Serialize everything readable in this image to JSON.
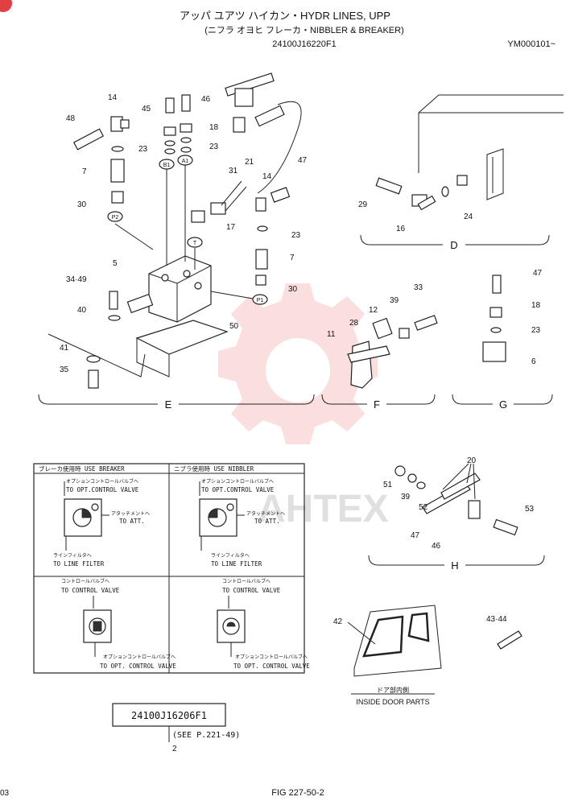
{
  "header": {
    "title": "アッパ ユアツ ハイカン・HYDR LINES, UPP",
    "subtitle": "(ニフラ オヨヒ フレーカ・NIBBLER & BREAKER)",
    "part_no": "24100J16220F1",
    "serial": "YM000101~"
  },
  "watermark": "AHTEX",
  "section_labels": [
    "D",
    "E",
    "F",
    "G",
    "H"
  ],
  "callouts": {
    "c14a": "14",
    "c48": "48",
    "c45": "45",
    "c46": "46",
    "c18a": "18",
    "c23a": "23",
    "c23b": "23",
    "c21": "21",
    "c7a": "7",
    "c31": "31",
    "c14b": "14",
    "c47a": "47",
    "c30a": "30",
    "c17": "17",
    "c23c": "23",
    "c5": "5",
    "c7b": "7",
    "c3449": "34·49",
    "c30b": "30",
    "c40": "40",
    "c50": "50",
    "c41": "41",
    "c35": "35",
    "c29": "29",
    "c16": "16",
    "c24": "24",
    "c33": "33",
    "c39a": "39",
    "c12": "12",
    "c28": "28",
    "c11": "11",
    "c47b": "47",
    "c18b": "18",
    "c23d": "23",
    "c6": "6",
    "c20": "20",
    "c51": "51",
    "c39b": "39",
    "c52": "52",
    "c53": "53",
    "c47c": "47",
    "c46b": "46",
    "c42": "42",
    "c4344": "43·44",
    "c2": "2"
  },
  "ports": {
    "b1": "B1",
    "a1": "A1",
    "p2": "P2",
    "t": "T",
    "p1": "P1"
  },
  "table": {
    "left_header": "ブレーカ使用時 USE BREAKER",
    "right_header": "ニブラ使用時 USE NIBBLER",
    "jp_opt": "オプションコントロールバルブへ",
    "to_opt_control_valve": "TO OPT.CONTROL VALVE",
    "jp_att": "アタッチメントへ",
    "to_att": "TO ATT.",
    "jp_filter": "ラインフィルタへ",
    "to_line_filter": "TO LINE FILTER",
    "jp_control": "コントロールバルブへ",
    "to_control_valve": "TO CONTROL VALVE",
    "to_opt_control_valve_2": "TO OPT. CONTROL VALVE"
  },
  "door": {
    "jp": "ドア部内側",
    "en": "INSIDE DOOR PARTS"
  },
  "ref_box": {
    "part_no": "24100J16206F1",
    "see": "(SEE P.221-49)"
  },
  "footer": {
    "left": "03",
    "fig": "FIG 227-50-2"
  }
}
